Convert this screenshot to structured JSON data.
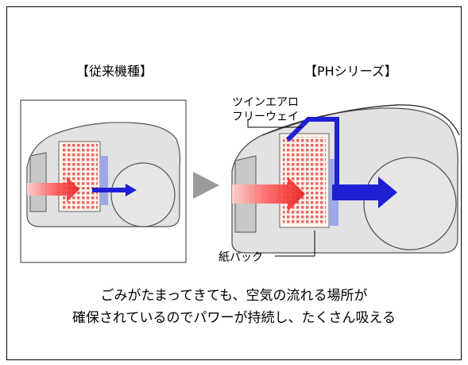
{
  "labels": {
    "old_model": "【従来機種】",
    "ph_series": "【PHシリーズ】",
    "twin_aero_line1": "ツインエアロ",
    "twin_aero_line2": "フリーウェイ",
    "paper_pack": "紙パック"
  },
  "caption": {
    "line1": "ごみがたまってきても、空気の流れる場所が",
    "line2": "確保されているのでパワーが持続し、たくさん吸える"
  },
  "colors": {
    "body": "#e2e2e2",
    "outline": "#555555",
    "airflow_blue": "#1f1fd6",
    "airflow_red": "#f03a3a",
    "dust_dots": "#e86a6a",
    "play_arrow": "#9a9a9a"
  }
}
